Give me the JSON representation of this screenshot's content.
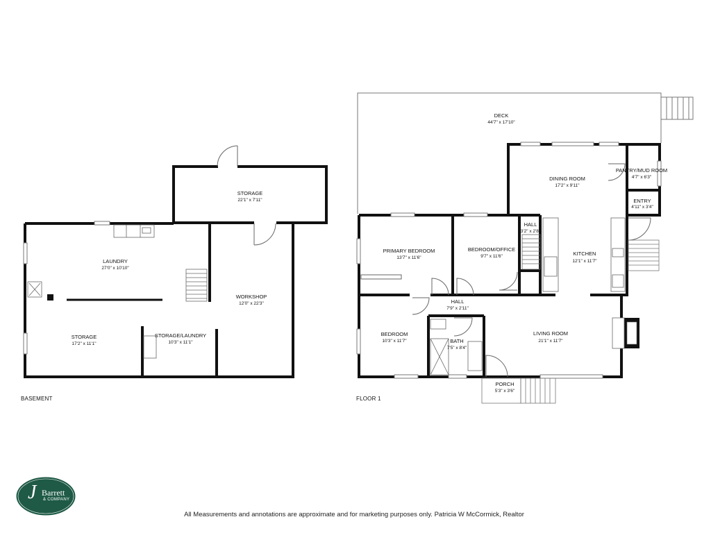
{
  "floors": [
    {
      "label": "BASEMENT"
    },
    {
      "label": "FLOOR 1"
    }
  ],
  "basement_rooms": [
    {
      "name": "STORAGE",
      "dims": "22'1\" x 7'11\""
    },
    {
      "name": "LAUNDRY",
      "dims": "27'0\" x 10'10\""
    },
    {
      "name": "WORKSHOP",
      "dims": "12'0\" x 22'3\""
    },
    {
      "name": "STORAGE",
      "dims": "17'2\" x 11'1\""
    },
    {
      "name": "STORAGE/LAUNDRY",
      "dims": "10'3\" x 11'1\""
    }
  ],
  "floor1_rooms": [
    {
      "name": "DECK",
      "dims": "44'7\" x 17'10\""
    },
    {
      "name": "DINING ROOM",
      "dims": "17'2\" x 9'11\""
    },
    {
      "name": "PANTRY/MUD ROOM",
      "dims": "4'7\" x 6'3\""
    },
    {
      "name": "ENTRY",
      "dims": "4'11\" x 3'4\""
    },
    {
      "name": "HALL",
      "dims": "3'2\" x 2'8\""
    },
    {
      "name": "PRIMARY BEDROOM",
      "dims": "13'7\" x 11'6\""
    },
    {
      "name": "BEDROOM/OFFICE",
      "dims": "9'7\" x 11'6\""
    },
    {
      "name": "KITCHEN",
      "dims": "12'1\" x 11'7\""
    },
    {
      "name": "HALL",
      "dims": "7'9\" x 2'11\""
    },
    {
      "name": "BEDROOM",
      "dims": "10'3\" x 11'7\""
    },
    {
      "name": "BATH",
      "dims": "7'5\" x 8'4\""
    },
    {
      "name": "LIVING ROOM",
      "dims": "21'1\" x 11'7\""
    },
    {
      "name": "PORCH",
      "dims": "5'3\" x 3'6\""
    }
  ],
  "footer": {
    "disclaimer": "All Measurements and annotations are approximate and for marketing purposes only. Patricia W McCormick, Realtor"
  },
  "logo": {
    "monogram": "J",
    "name": "Barrett",
    "tagline": "& COMPANY",
    "color": "#1e5a46"
  },
  "colors": {
    "wall": "#111111",
    "line": "#666666",
    "background": "#ffffff"
  }
}
